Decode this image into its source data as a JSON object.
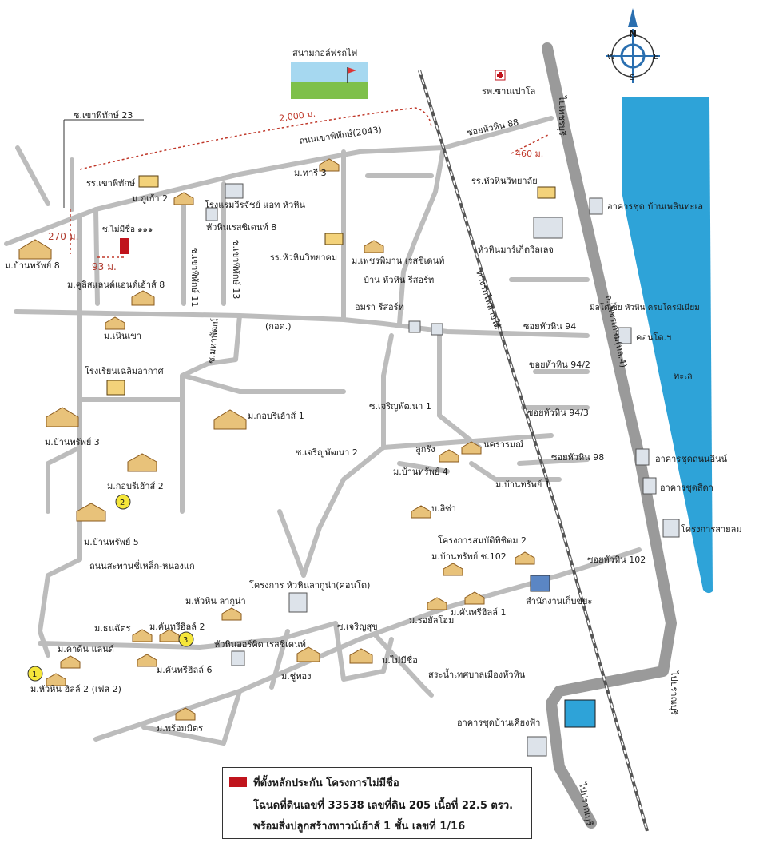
{
  "map": {
    "golf_course": "สนามกอล์ฟรถไฟ",
    "hospital": "รพ.ซานเปาโล",
    "compass": {
      "n": "N",
      "e": "E",
      "w": "W",
      "s": "S"
    },
    "distances": {
      "d2000": "2,000 ม.",
      "d460": "460 ม.",
      "d270": "270 ม.",
      "d93": "93 ม."
    },
    "roads": {
      "soi_khaophithak_23": "ซ.เขาพิทักษ์ 23",
      "khaophithak_road": "ถนนเขาพิทักษ์(2043)",
      "soi_huahin_88": "ซอยหัวหิน 88",
      "to_petchaburi": "ไปเพชรบุรี",
      "railway": "ทางรถไฟสายใต้",
      "phetkasem": "ถ.เพชรเกษม(ทล.4)",
      "soi_huahin_94": "ซอยหัวหิน 94",
      "soi_huahin_94_2": "ซอยหัวหิน 94/2",
      "soi_huahin_94_3": "ซอยหัวหิน 94/3",
      "soi_huahin_98": "ซอยหัวหิน 98",
      "soi_huahin_102": "ซอยหัวหิน 102",
      "to_pranburi": "ไปปราณบุรี",
      "to_pranburi2": "ไปปราณบุรี",
      "krod": "(กอด.)",
      "soi_khaophithak_11": "ซ.เขาพิทักษ์ 11",
      "soi_khaophithak_13": "ซ.เขาพิทักษ์ 13",
      "soi_jaroenpattana_1": "ซ.เจริญพัฒนา 1",
      "soi_jaroenpattana_2": "ซ.เจริญพัฒนา 2",
      "soi_no_name": "ซ.ไม่มีชื่อ ๑๑๑",
      "soi_jaroensuk": "ซ.เจริญสุข",
      "bypass_road": "ถนนสะพานชี่เหล็ก-หนองแก",
      "soi_mahaphat": "ซ.มหาพัฒน์"
    },
    "places": {
      "school_khaophithak": "รร.เขาพิทักษ์",
      "hotel": "โรงแรมวีรจัชย์ แอท หัวหิน",
      "m_tharee3": "ม.ทารี 3",
      "school_huahin_college": "รร.หัวหินวิทยาลัย",
      "condo_baanplern": "อาคารชุด บ้านเพลินทะเล",
      "m_phukhao2": "ม.ภูเก้า 2",
      "huahin_residence8": "หัวหินเรสซิเดนท์ 8",
      "m_ban_sap8": "ม.บ้านทรัพย์ 8",
      "m_kusil": "ม.คูลิสแลนด์แอนด์เฮ้าส์ 8",
      "school_huahin_witthayakhom": "รร.หัวหินวิทยาคม",
      "m_phet_phiman": "ม.เพชรพิมาน เรสซิเดนท์",
      "huahin_mart": "หัวหินมาร์เก็ตวิลเลจ",
      "baan_huahin_resort": "บ้าน หัวหิน รีสอร์ท",
      "amara_resort": "อมรา รีสอร์ท",
      "m_nernkhao": "ม.เนินเขา",
      "m_saengarun": "มิลโดเซ็ย หัวหิน ครบโครมิเนียม",
      "condo_baan": "คอนโด.ฯ",
      "sea": "ทะเล",
      "school_thetsaban": "โรงเรียนเฉลิมอากาศ",
      "m_ban_sap3": "ม.บ้านทรัพย์ 3",
      "m_kasri1": "ม.กอบรีเฮ้าส์ 1",
      "m_kasri2": "ม.กอบรีเฮ้าส์ 2",
      "m_ban_sap5": "ม.บ้านทรัพย์ 5",
      "lucky": "ลูกรัง",
      "nakorn_mong": "นครารมณ์",
      "m_ban_sap4": "ม.บ้านทรัพย์ 4",
      "m_ban_sap1": "ม.บ้านทรัพย์ 1",
      "m_lisa": "บ.ลิซ่า",
      "condo_thanon_inn": "อาคารชุดถนนอินน์",
      "condo_sita": "อาคารชุดสีดา",
      "condo_lake": "โครงการสายลม",
      "m_sombatkh2": "โครงการสมบัติพิชิตม 2",
      "m_ban_sap102": "ม.บ้านทรัพย์ ซ.102",
      "huahin_laguna": "โครงการ หัวหินลากูน่า(คอนโด)",
      "m_huahin_laguna": "ม.หัวหิน ลากูน่า",
      "office": "สำนักงานเก็บขยะ",
      "m_sanchai": "ม.ธนฉัตร",
      "m_kanthari2": "ม.คันทรีฮิลล์ 2",
      "m_royal": "ม.รอยัลโฮม",
      "m_kanthari1": "ม.คันทรีฮิลล์ 1",
      "huahin_orchid": "หัวหินออร์คิด เรสซิเดนท์",
      "m_kathin": "ม.คาดีน แลนด์",
      "m_kanthari6": "ม.คันทรีฮิลล์ 6",
      "m_nothing": "ม.ไม่มีชื่อ",
      "m_chu_thong": "ม.ชู่ทอง",
      "m_huahin_hill2": "ม.หัวหิน ฮิลล์ 2 (เฟส 2)",
      "m_phrom_mit": "ม.พร้อมมิตร",
      "water_tank": "สระน้ำเทศบาลเมืองหัวหิน",
      "condo_baan_kieng": "อาคารชุดบ้านเคียงฟ้า"
    },
    "markers": {
      "m1": "1",
      "m2": "2",
      "m3": "3"
    },
    "colors": {
      "sea": "#2ea3d8",
      "road": "#b9b9b9",
      "highway": "#9a9a9a",
      "collateral": "#c0141c",
      "dist": "#c0392b",
      "marker": "#f5e63a"
    }
  },
  "legend": {
    "line1": "ที่ตั้งหลักประกัน โครงการไม่มีชื่อ",
    "line2": "โฉนดที่ดินเลขที่ 33538 เลขที่ดิน 205 เนื้อที่ 22.5 ตรว.",
    "line3": "พร้อมสิ่งปลูกสร้างทาวน์เฮ้าส์ 1 ชั้น เลขที่ 1/16"
  }
}
